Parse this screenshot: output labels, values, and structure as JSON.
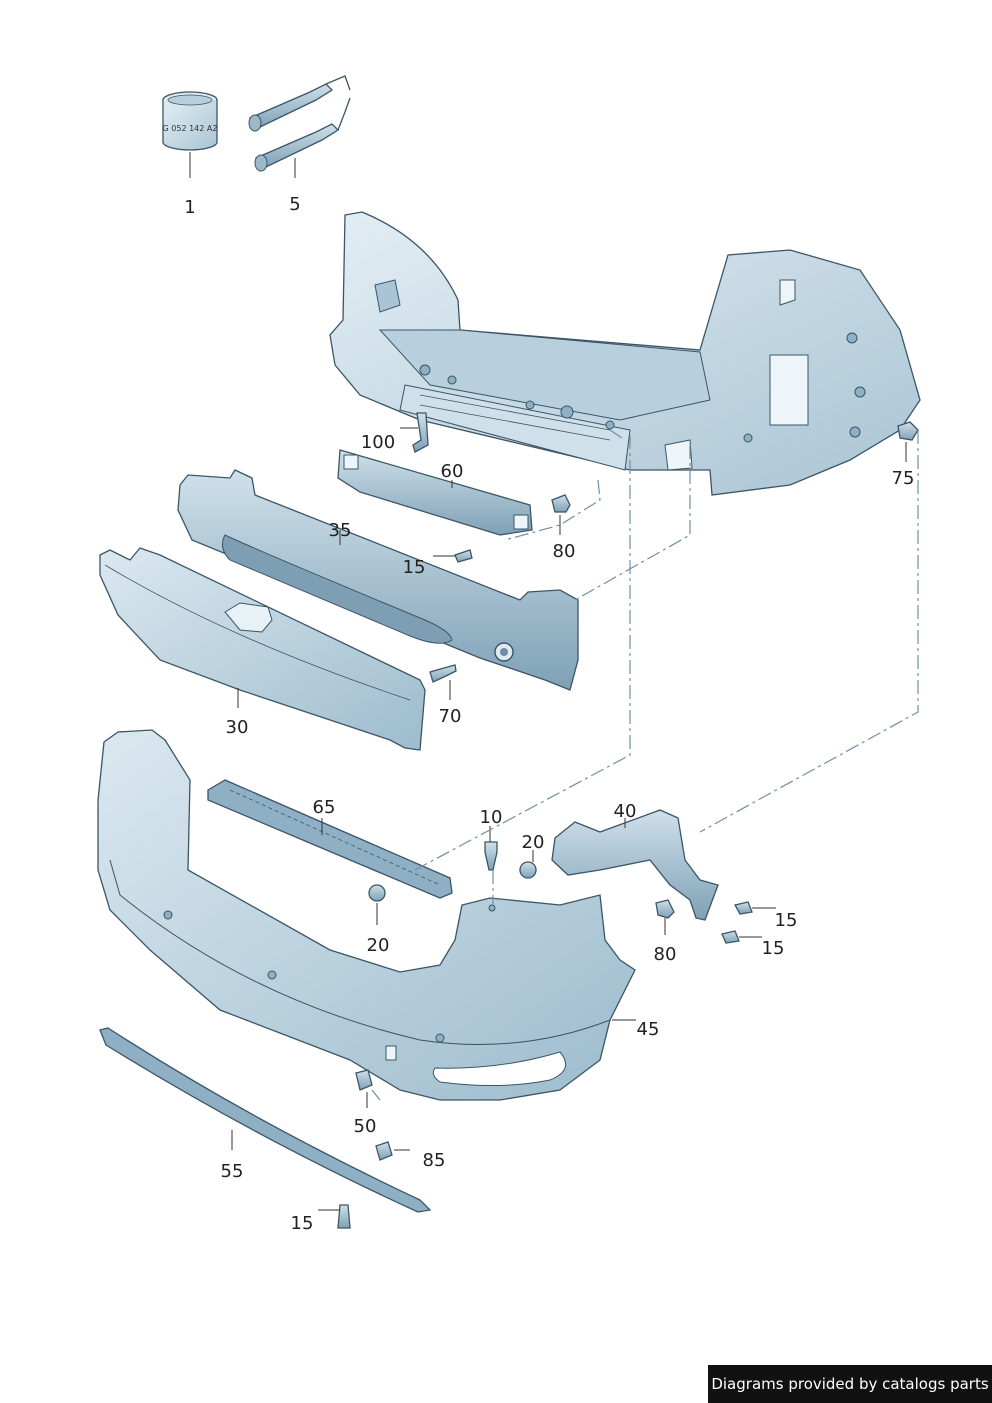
{
  "callouts": {
    "c1": "1",
    "c5": "5",
    "c75": "75",
    "c100": "100",
    "c60": "60",
    "c35": "35",
    "c15a": "15",
    "c80a": "80",
    "c30": "30",
    "c70": "70",
    "c65": "65",
    "c10": "10",
    "c20a": "20",
    "c40": "40",
    "c15b": "15",
    "c15c": "15",
    "c80b": "80",
    "c20b": "20",
    "c45": "45",
    "c50": "50",
    "c85": "85",
    "c55": "55",
    "c15d": "15"
  },
  "sealant_label": "G 052 142 A2",
  "footer": {
    "credit": "Diagrams provided by catalogs parts"
  },
  "colors": {
    "part_fill": "#c9dbe6",
    "part_dark": "#8fb0c4",
    "line": "#3b5566"
  }
}
